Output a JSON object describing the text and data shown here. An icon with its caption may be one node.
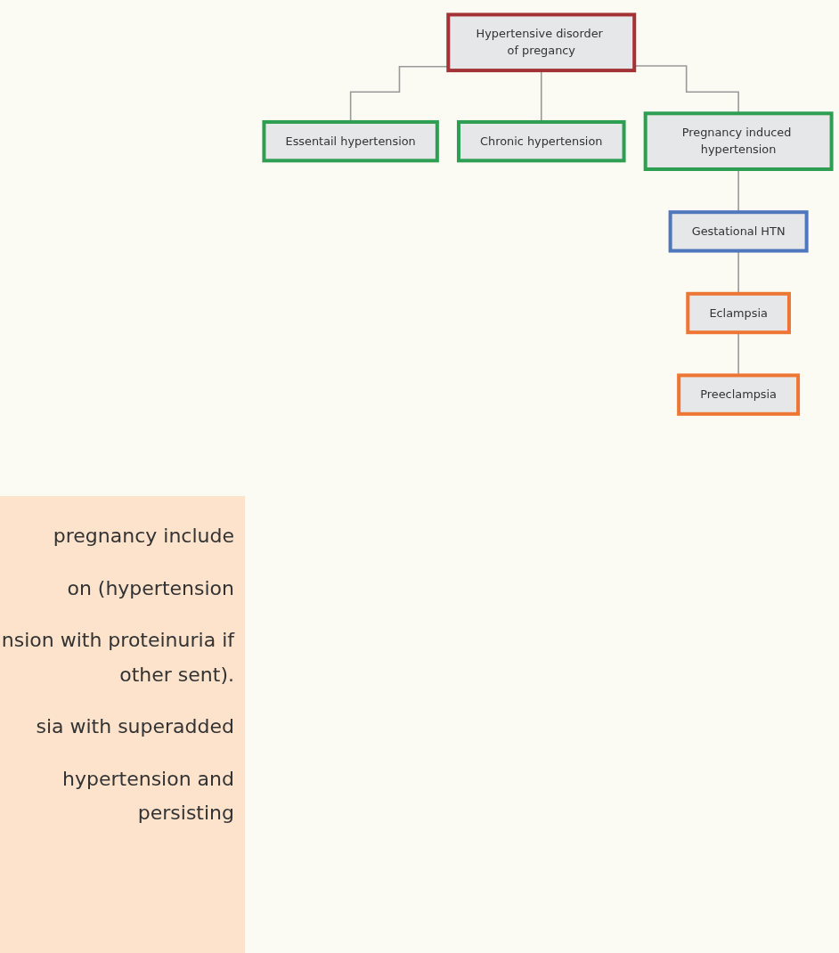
{
  "diagram": {
    "nodes": [
      {
        "text": [
          "Hypertensive disorder of pregancy"
        ]
      },
      {
        "text": [
          "Essentail hypertension"
        ]
      },
      {
        "text": [
          "Chronic hypertension"
        ]
      },
      {
        "text": [
          "Pregnancy induced hypertension"
        ]
      },
      {
        "text": [
          "Gestational HTN"
        ]
      },
      {
        "text": [
          "Eclampsia"
        ]
      },
      {
        "text": [
          "Preeclampsia"
        ]
      }
    ],
    "edges": [
      {
        "from": 0,
        "to": 1,
        "arrow": "none"
      },
      {
        "from": 0,
        "to": 2,
        "arrow": "none"
      },
      {
        "from": 0,
        "to": 3,
        "arrow": "none"
      },
      {
        "from": 3,
        "to": 4,
        "arrow": "none"
      },
      {
        "from": 4,
        "to": 5,
        "arrow": "none"
      },
      {
        "from": 5,
        "to": 6,
        "arrow": "none"
      }
    ],
    "labels": [
      "pregnancy include",
      "on (hypertension",
      "nsion with proteinuria if other sent).",
      "sia with superadded",
      "hypertension and persisting"
    ]
  }
}
